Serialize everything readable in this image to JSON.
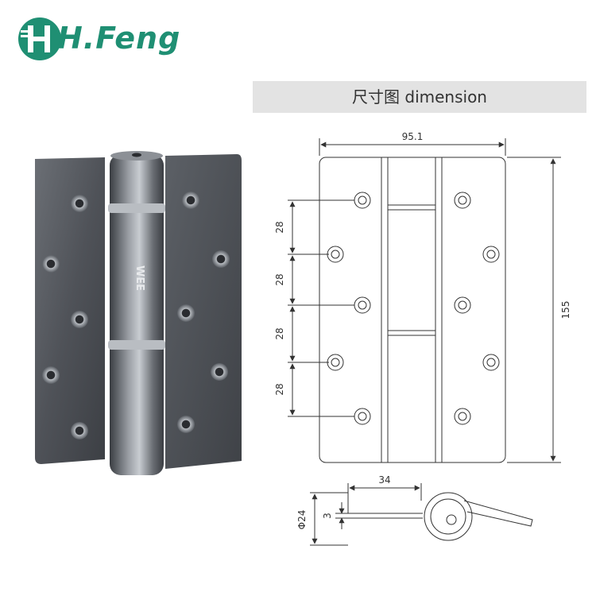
{
  "brand": {
    "name": "H.Feng",
    "color": "#1f8f73"
  },
  "banner": {
    "title": "尺寸图    dimension"
  },
  "product": {
    "barrel_mark": "WEE"
  },
  "drawing": {
    "width_label": "95.1",
    "height_label": "155",
    "spacing_labels": [
      "28",
      "28",
      "28",
      "28"
    ],
    "top_view_width_label": "34",
    "diameter_label": "Φ24",
    "thickness_label": "3",
    "line_color": "#333333"
  }
}
